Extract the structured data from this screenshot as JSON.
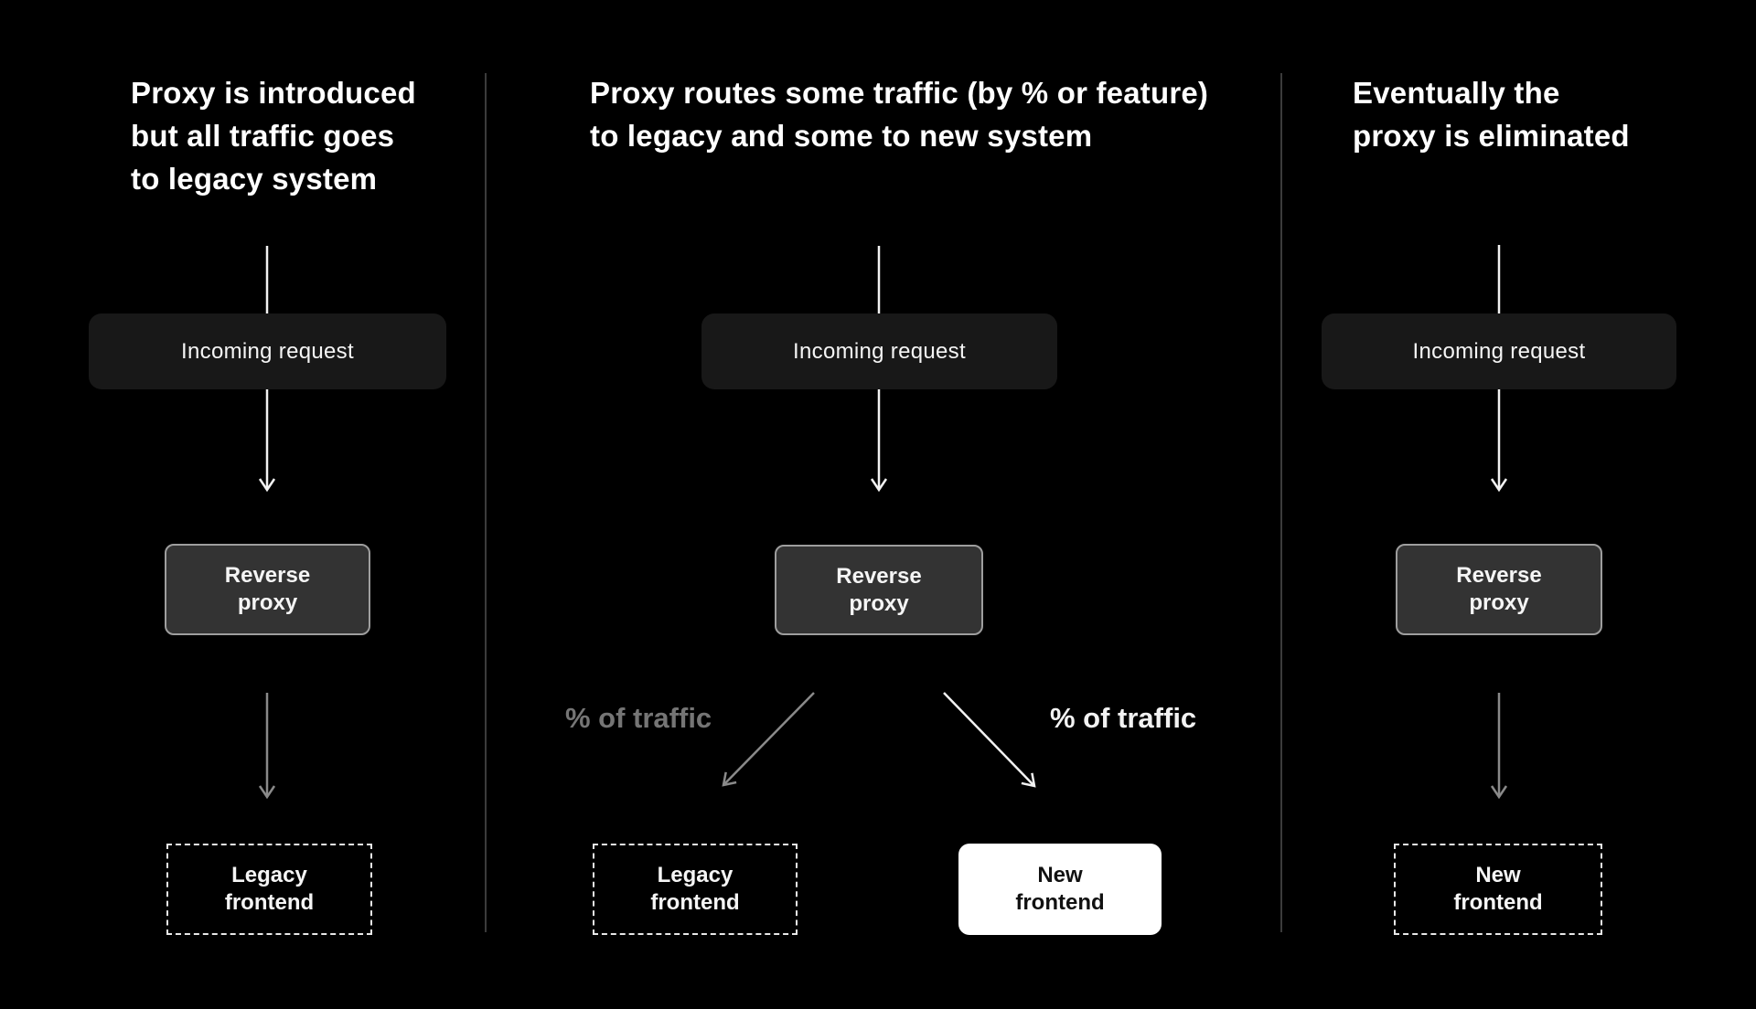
{
  "colors": {
    "background": "#000000",
    "divider": "#3b3b3b",
    "box_dark_fill": "#181818",
    "proxy_fill": "#333333",
    "proxy_border": "#9e9e9e",
    "arrow_white": "#f2f2f2",
    "arrow_gray": "#8a8a8a",
    "label_gray": "#757575",
    "text_white": "#f5f5f5",
    "dashed_border": "#e8e8e8",
    "new_frontend_fill": "#ffffff",
    "new_frontend_text": "#111111"
  },
  "panels": [
    {
      "title_lines": [
        "Proxy is introduced",
        "but all traffic goes",
        "to legacy system"
      ],
      "incoming_label": "Incoming request",
      "proxy_label_lines": [
        "Reverse",
        "proxy"
      ],
      "bottom_box_label_lines": [
        "Legacy",
        "frontend"
      ]
    },
    {
      "title_lines": [
        "Proxy routes some traffic (by % or feature)",
        "to legacy and some to new system"
      ],
      "incoming_label": "Incoming request",
      "proxy_label_lines": [
        "Reverse",
        "proxy"
      ],
      "traffic_label_left": "% of traffic",
      "traffic_label_right": "% of traffic",
      "legacy_box_label_lines": [
        "Legacy",
        "frontend"
      ],
      "new_box_label_lines": [
        "New",
        "frontend"
      ]
    },
    {
      "title_lines": [
        "Eventually the",
        "proxy is eliminated"
      ],
      "incoming_label": "Incoming request",
      "proxy_label_lines": [
        "Reverse",
        "proxy"
      ],
      "bottom_box_label_lines": [
        "New",
        "frontend"
      ]
    }
  ]
}
